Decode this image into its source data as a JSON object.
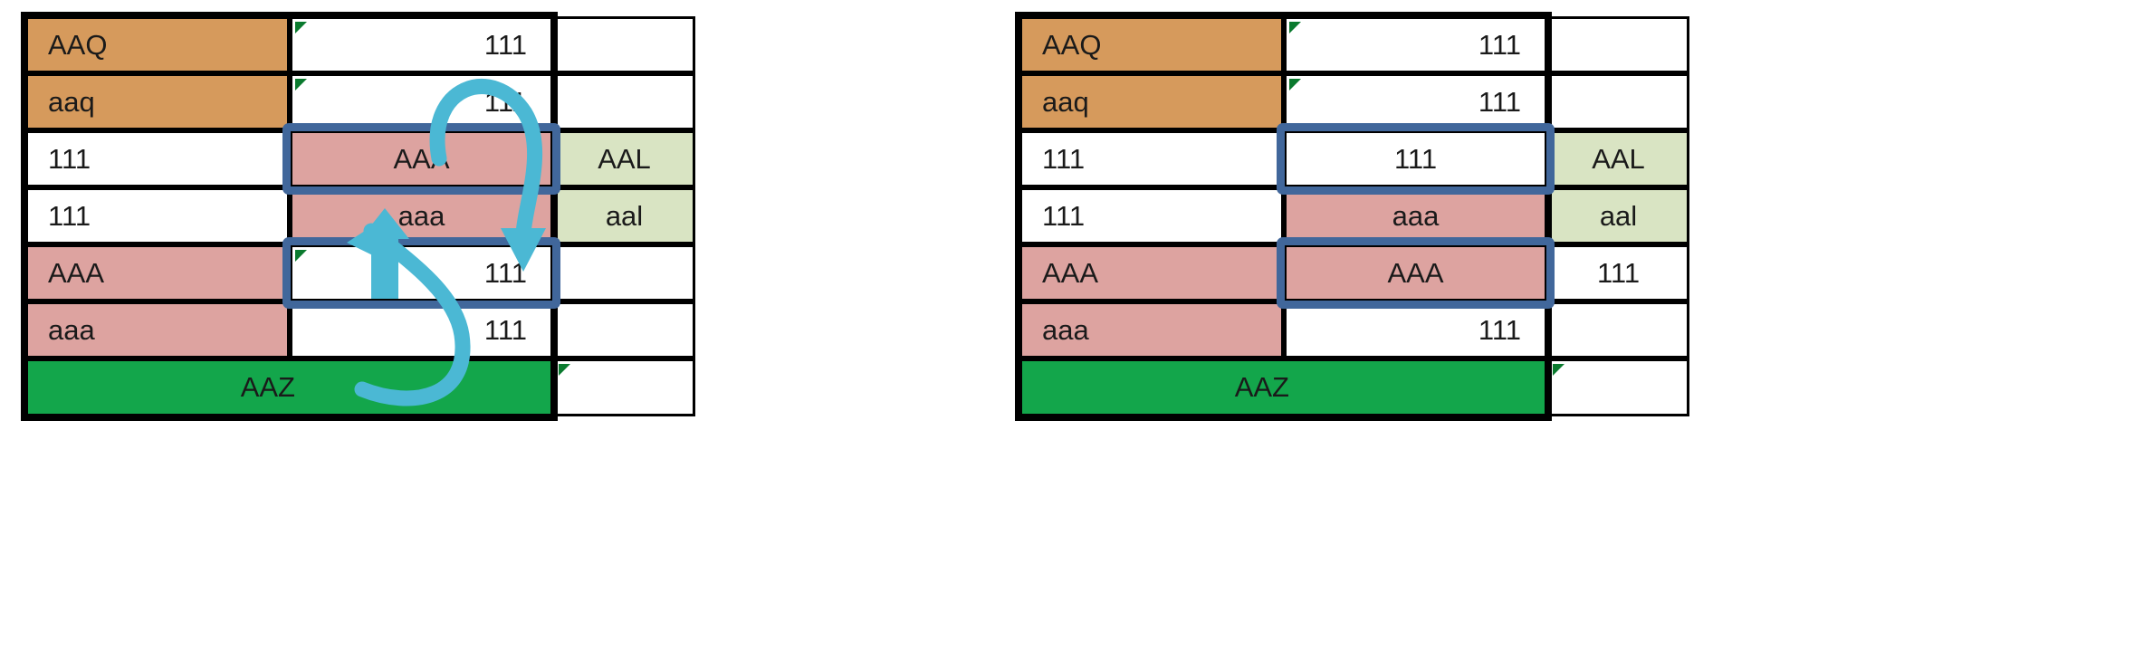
{
  "figure": {
    "type": "spreadsheet-swap-illustration",
    "panel_count": 2,
    "colors": {
      "tan": "#d69a5c",
      "pink": "#dda3a0",
      "light_green": "#d9e4c3",
      "green": "#13a64b",
      "white": "#ffffff",
      "selection_blue": "#41679b",
      "arrow_cyan": "#4bb8d4",
      "grid_black": "#000000",
      "comment_marker_green": "#0a7a2e"
    }
  },
  "panels": [
    {
      "id": "before",
      "rows": [
        {
          "a": {
            "text": "AAQ",
            "fill": "tan",
            "align": "left",
            "marker": false
          },
          "b": {
            "text": "111",
            "fill": "white",
            "align": "right",
            "marker": true
          },
          "c": {
            "text": "",
            "fill": "white",
            "align": "left",
            "marker": false
          }
        },
        {
          "a": {
            "text": "aaq",
            "fill": "tan",
            "align": "left",
            "marker": false
          },
          "b": {
            "text": "111",
            "fill": "white",
            "align": "right",
            "marker": true
          },
          "c": {
            "text": "",
            "fill": "white",
            "align": "left",
            "marker": false
          }
        },
        {
          "a": {
            "text": "111",
            "fill": "white",
            "align": "left",
            "marker": false
          },
          "b": {
            "text": "AAA",
            "fill": "pink",
            "align": "center",
            "marker": false
          },
          "c": {
            "text": "AAL",
            "fill": "light_green",
            "align": "center",
            "marker": false
          }
        },
        {
          "a": {
            "text": "111",
            "fill": "white",
            "align": "left",
            "marker": false
          },
          "b": {
            "text": "aaa",
            "fill": "pink",
            "align": "center",
            "marker": false
          },
          "c": {
            "text": "aal",
            "fill": "light_green",
            "align": "center",
            "marker": false
          }
        },
        {
          "a": {
            "text": "AAA",
            "fill": "pink",
            "align": "left",
            "marker": false
          },
          "b": {
            "text": "111",
            "fill": "white",
            "align": "right",
            "marker": true
          },
          "c": {
            "text": "",
            "fill": "white",
            "align": "left",
            "marker": false
          }
        },
        {
          "a": {
            "text": "aaa",
            "fill": "pink",
            "align": "left",
            "marker": false
          },
          "b": {
            "text": "111",
            "fill": "white",
            "align": "right",
            "marker": false
          },
          "c": {
            "text": "",
            "fill": "white",
            "align": "left",
            "marker": false
          }
        },
        {
          "a": {
            "text": "AAZ",
            "fill": "green",
            "align": "right",
            "marker": false,
            "span": 2
          },
          "b": null,
          "c": {
            "text": "",
            "fill": "white",
            "align": "left",
            "marker": true
          }
        }
      ],
      "selections": [
        {
          "label": "selection-row3-colB"
        },
        {
          "label": "selection-row5-colB"
        }
      ],
      "arrows": [
        {
          "label": "swap-arrow-down",
          "from": "row3-colB",
          "to": "row5-colB"
        },
        {
          "label": "swap-arrow-up",
          "from": "row5-colB",
          "to": "row3-colB"
        }
      ]
    },
    {
      "id": "after",
      "rows": [
        {
          "a": {
            "text": "AAQ",
            "fill": "tan",
            "align": "left",
            "marker": false
          },
          "b": {
            "text": "111",
            "fill": "white",
            "align": "right",
            "marker": true
          },
          "c": {
            "text": "",
            "fill": "white",
            "align": "left",
            "marker": false
          }
        },
        {
          "a": {
            "text": "aaq",
            "fill": "tan",
            "align": "left",
            "marker": false
          },
          "b": {
            "text": "111",
            "fill": "white",
            "align": "right",
            "marker": true
          },
          "c": {
            "text": "",
            "fill": "white",
            "align": "left",
            "marker": false
          }
        },
        {
          "a": {
            "text": "111",
            "fill": "white",
            "align": "left",
            "marker": false
          },
          "b": {
            "text": "111",
            "fill": "white",
            "align": "center",
            "marker": false
          },
          "c": {
            "text": "AAL",
            "fill": "light_green",
            "align": "center",
            "marker": false
          }
        },
        {
          "a": {
            "text": "111",
            "fill": "white",
            "align": "left",
            "marker": false
          },
          "b": {
            "text": "aaa",
            "fill": "pink",
            "align": "center",
            "marker": false
          },
          "c": {
            "text": "aal",
            "fill": "light_green",
            "align": "center",
            "marker": false
          }
        },
        {
          "a": {
            "text": "AAA",
            "fill": "pink",
            "align": "left",
            "marker": false
          },
          "b": {
            "text": "AAA",
            "fill": "pink",
            "align": "center",
            "marker": false
          },
          "c": {
            "text": "111",
            "fill": "white",
            "align": "center",
            "marker": false
          }
        },
        {
          "a": {
            "text": "aaa",
            "fill": "pink",
            "align": "left",
            "marker": false
          },
          "b": {
            "text": "111",
            "fill": "white",
            "align": "right",
            "marker": false
          },
          "c": {
            "text": "",
            "fill": "white",
            "align": "left",
            "marker": false
          }
        },
        {
          "a": {
            "text": "AAZ",
            "fill": "green",
            "align": "right",
            "marker": false,
            "span": 2
          },
          "b": null,
          "c": {
            "text": "",
            "fill": "white",
            "align": "left",
            "marker": true
          }
        }
      ],
      "selections": [
        {
          "label": "selection-row3-colB"
        },
        {
          "label": "selection-row5-colB"
        }
      ],
      "arrows": []
    }
  ]
}
